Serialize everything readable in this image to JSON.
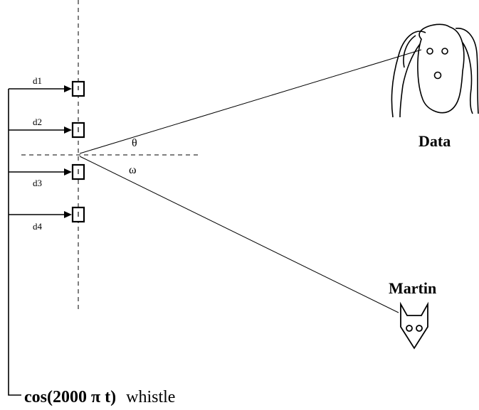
{
  "labels": {
    "d1": "d1",
    "d2": "d2",
    "d3": "d3",
    "d4": "d4",
    "theta": "θ",
    "omega": "ω",
    "data": "Data",
    "martin": "Martin",
    "source_formula": "cos(2000 π t)",
    "source_word": "whistle"
  },
  "icons": {
    "data_target": "dog-face-icon",
    "martin_target": "cat-face-icon",
    "microphone": "microphone-icon"
  },
  "colors": {
    "ink": "#000000",
    "background": "#ffffff"
  }
}
